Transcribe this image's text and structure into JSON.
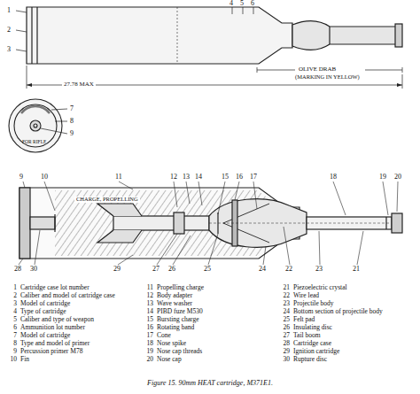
{
  "diagram": {
    "caption": "Figure 15. 90mm HEAT cartridge, M371E1.",
    "labels": [
      "1",
      "2",
      "3",
      "4",
      "5",
      "6",
      "OLIVE DRAB",
      "(MARKING IN YELLOW)",
      "27.78 MAX",
      "FOR RIFLE",
      "7",
      "8",
      "9",
      "CHARGE, PROPELLING",
      "9",
      "10",
      "11",
      "12",
      "13",
      "14",
      "15",
      "16",
      "17",
      "18",
      "19",
      "20",
      "28",
      "30",
      "29",
      "27",
      "26",
      "25",
      "24",
      "22",
      "23",
      "21",
      "1",
      "Cartridge case lot number",
      "2",
      "Caliber and model of cartridge case",
      "3",
      "Model of cartridge",
      "4",
      "Type of cartridge",
      "5",
      "Caliber and type of weapon",
      "6",
      "Ammunition lot number",
      "7",
      "Model of cartridge",
      "8",
      "Type and model of primer",
      "9",
      "Percussion primer M78",
      "10",
      "Fin",
      "11",
      "Propelling charge",
      "12",
      "Body adapter",
      "13",
      "Wave washer",
      "14",
      "PIBD fuze M530",
      "15",
      "Bursting charge",
      "16",
      "Rotating band",
      "17",
      "Cone",
      "18",
      "Nose spike",
      "19",
      "Nose cap threads",
      "20",
      "Nose cap",
      "21",
      "Piezoelectric crystal",
      "22",
      "Wire lead",
      "23",
      "Projectile body",
      "24",
      "Bottom section of projectile body",
      "25",
      "Felt pad",
      "26",
      "Insulating disc",
      "27",
      "Tail boom",
      "28",
      "Cartridge case",
      "29",
      "Ignition cartridge",
      "30",
      "Rupture disc"
    ]
  }
}
